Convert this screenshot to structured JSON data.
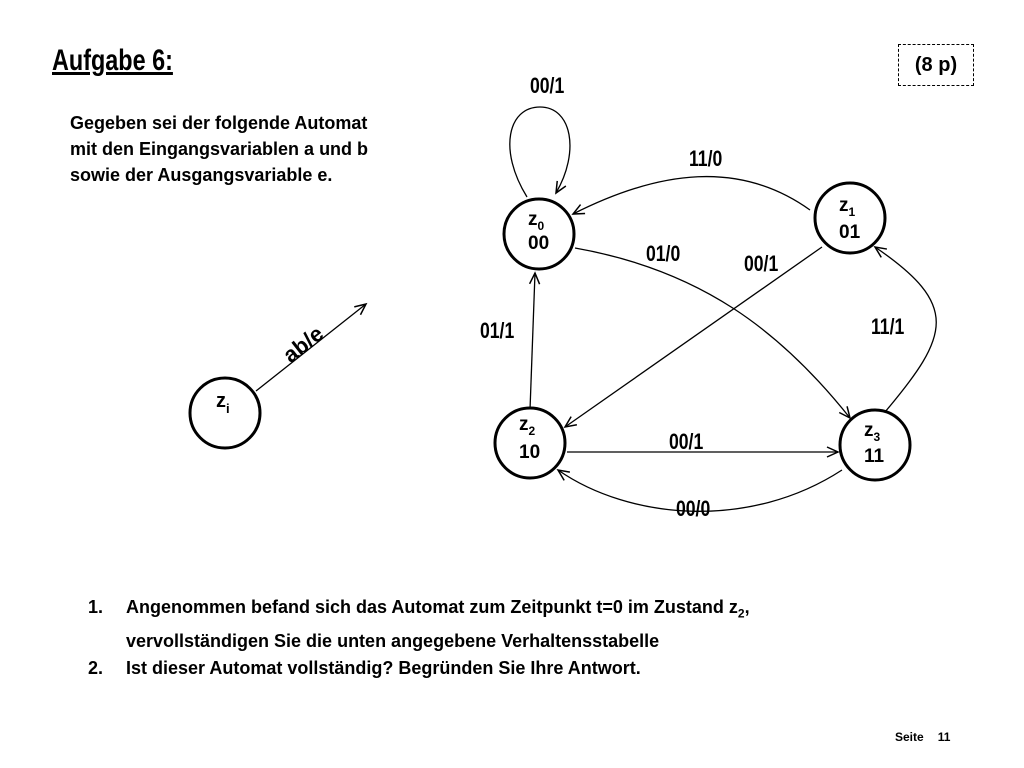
{
  "slide": {
    "title": "Aufgabe 6:",
    "points": "(8 p)",
    "intro_lines": [
      "Gegeben sei der folgende Automat",
      "mit den Eingangsvariablen a und b",
      "sowie der Ausgangsvariable e."
    ]
  },
  "legend": {
    "state_symbol": "z",
    "state_subscript": "i",
    "edge_label": "ab/e"
  },
  "states": [
    {
      "name": "z",
      "sub": "0",
      "code": "00"
    },
    {
      "name": "z",
      "sub": "1",
      "code": "01"
    },
    {
      "name": "z",
      "sub": "2",
      "code": "10"
    },
    {
      "name": "z",
      "sub": "3",
      "code": "11"
    }
  ],
  "transitions": [
    {
      "from": "z0",
      "to": "z0",
      "label": "00/1"
    },
    {
      "from": "z1",
      "to": "z0",
      "label": "11/0"
    },
    {
      "from": "z0",
      "to": "z3",
      "label": "01/0"
    },
    {
      "from": "z1",
      "to": "z2",
      "label": "00/1"
    },
    {
      "from": "z2",
      "to": "z0",
      "label": "01/1"
    },
    {
      "from": "z3",
      "to": "z1",
      "label": "11/1"
    },
    {
      "from": "z2",
      "to": "z3",
      "label": "00/1"
    },
    {
      "from": "z3",
      "to": "z2",
      "label": "00/0"
    }
  ],
  "tasks": [
    {
      "num": "1.",
      "line1_pre": "Angenommen befand sich das Automat zum Zeitpunkt  t=0 im Zustand z",
      "line1_sub": "2",
      "line1_post": ",",
      "line2": "vervollständigen Sie die unten angegebene Verhaltensstabelle"
    },
    {
      "num": "2.",
      "line1_pre": "Ist dieser Automat vollständig? Begründen Sie Ihre Antwort."
    }
  ],
  "footer": {
    "label": "Seite",
    "page": "11"
  }
}
